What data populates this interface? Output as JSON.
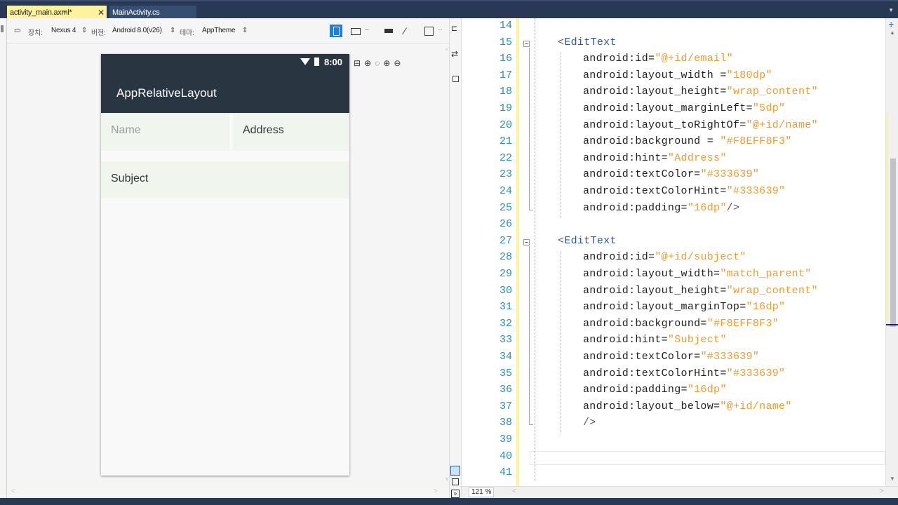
{
  "tabs": [
    {
      "label": "activity_main.axml*",
      "pin": "⊸",
      "close": "✕",
      "active": true
    },
    {
      "label": "MainActivity.cs",
      "active": false
    }
  ],
  "toolbar": {
    "device_label": "장치:",
    "device_value": "Nexus 4",
    "version_label": "버전:",
    "version_value": "Android 8.0(v26)",
    "theme_label": "테마:",
    "theme_value": "AppTheme"
  },
  "phone": {
    "status_time": "8:00",
    "app_title": "AppRelativeLayout",
    "name_hint": "Name",
    "email_hint": "Address",
    "subject_hint": "Subject"
  },
  "editor": {
    "zoom": "121 %",
    "lines": [
      {
        "n": "14",
        "kind": "blank"
      },
      {
        "n": "15",
        "kind": "open",
        "tag": "EditText"
      },
      {
        "n": "16",
        "kind": "attr",
        "attr": "android:id=",
        "val": "\"@+id/email\""
      },
      {
        "n": "17",
        "kind": "attr",
        "attr": "android:layout_width =",
        "val": "\"180dp\""
      },
      {
        "n": "18",
        "kind": "attr",
        "attr": "android:layout_height=",
        "val": "\"wrap_content\""
      },
      {
        "n": "19",
        "kind": "attr",
        "attr": "android:layout_marginLeft=",
        "val": "\"5dp\""
      },
      {
        "n": "20",
        "kind": "attr",
        "attr": "android:layout_toRightOf=",
        "val": "\"@+id/name\""
      },
      {
        "n": "21",
        "kind": "attr",
        "attr": "android:background = ",
        "val": "\"#F8EFF8F3\""
      },
      {
        "n": "22",
        "kind": "attr",
        "attr": "android:hint=",
        "val": "\"Address\""
      },
      {
        "n": "23",
        "kind": "attr",
        "attr": "android:textColor=",
        "val": "\"#333639\""
      },
      {
        "n": "24",
        "kind": "attr",
        "attr": "android:textColorHint=",
        "val": "\"#333639\""
      },
      {
        "n": "25",
        "kind": "attr",
        "attr": "android:padding=",
        "val": "\"16dp\"",
        "tail": "/>"
      },
      {
        "n": "26",
        "kind": "blank"
      },
      {
        "n": "27",
        "kind": "open",
        "tag": "EditText"
      },
      {
        "n": "28",
        "kind": "attr",
        "attr": "android:id=",
        "val": "\"@+id/subject\""
      },
      {
        "n": "29",
        "kind": "attr",
        "attr": "android:layout_width=",
        "val": "\"match_parent\""
      },
      {
        "n": "30",
        "kind": "attr",
        "attr": "android:layout_height=",
        "val": "\"wrap_content\""
      },
      {
        "n": "31",
        "kind": "attr",
        "attr": "android:layout_marginTop=",
        "val": "\"16dp\""
      },
      {
        "n": "32",
        "kind": "attr",
        "attr": "android:background=",
        "val": "\"#F8EFF8F3\""
      },
      {
        "n": "33",
        "kind": "attr",
        "attr": "android:hint=",
        "val": "\"Subject\""
      },
      {
        "n": "34",
        "kind": "attr",
        "attr": "android:textColor=",
        "val": "\"#333639\""
      },
      {
        "n": "35",
        "kind": "attr",
        "attr": "android:textColorHint=",
        "val": "\"#333639\""
      },
      {
        "n": "36",
        "kind": "attr",
        "attr": "android:padding=",
        "val": "\"16dp\""
      },
      {
        "n": "37",
        "kind": "attr",
        "attr": "android:layout_below=",
        "val": "\"@+id/name\""
      },
      {
        "n": "38",
        "kind": "close",
        "text": "/>"
      },
      {
        "n": "39",
        "kind": "blank"
      },
      {
        "n": "40",
        "kind": "blank"
      },
      {
        "n": "41",
        "kind": "blank"
      }
    ]
  },
  "colors": {
    "ide_frame": "#293955",
    "active_tab": "#fff29d",
    "appbar": "#2a3542",
    "edittext_bg": "#f0f5ee",
    "xml_value": "#f39a2d",
    "line_number": "#2b91af"
  }
}
